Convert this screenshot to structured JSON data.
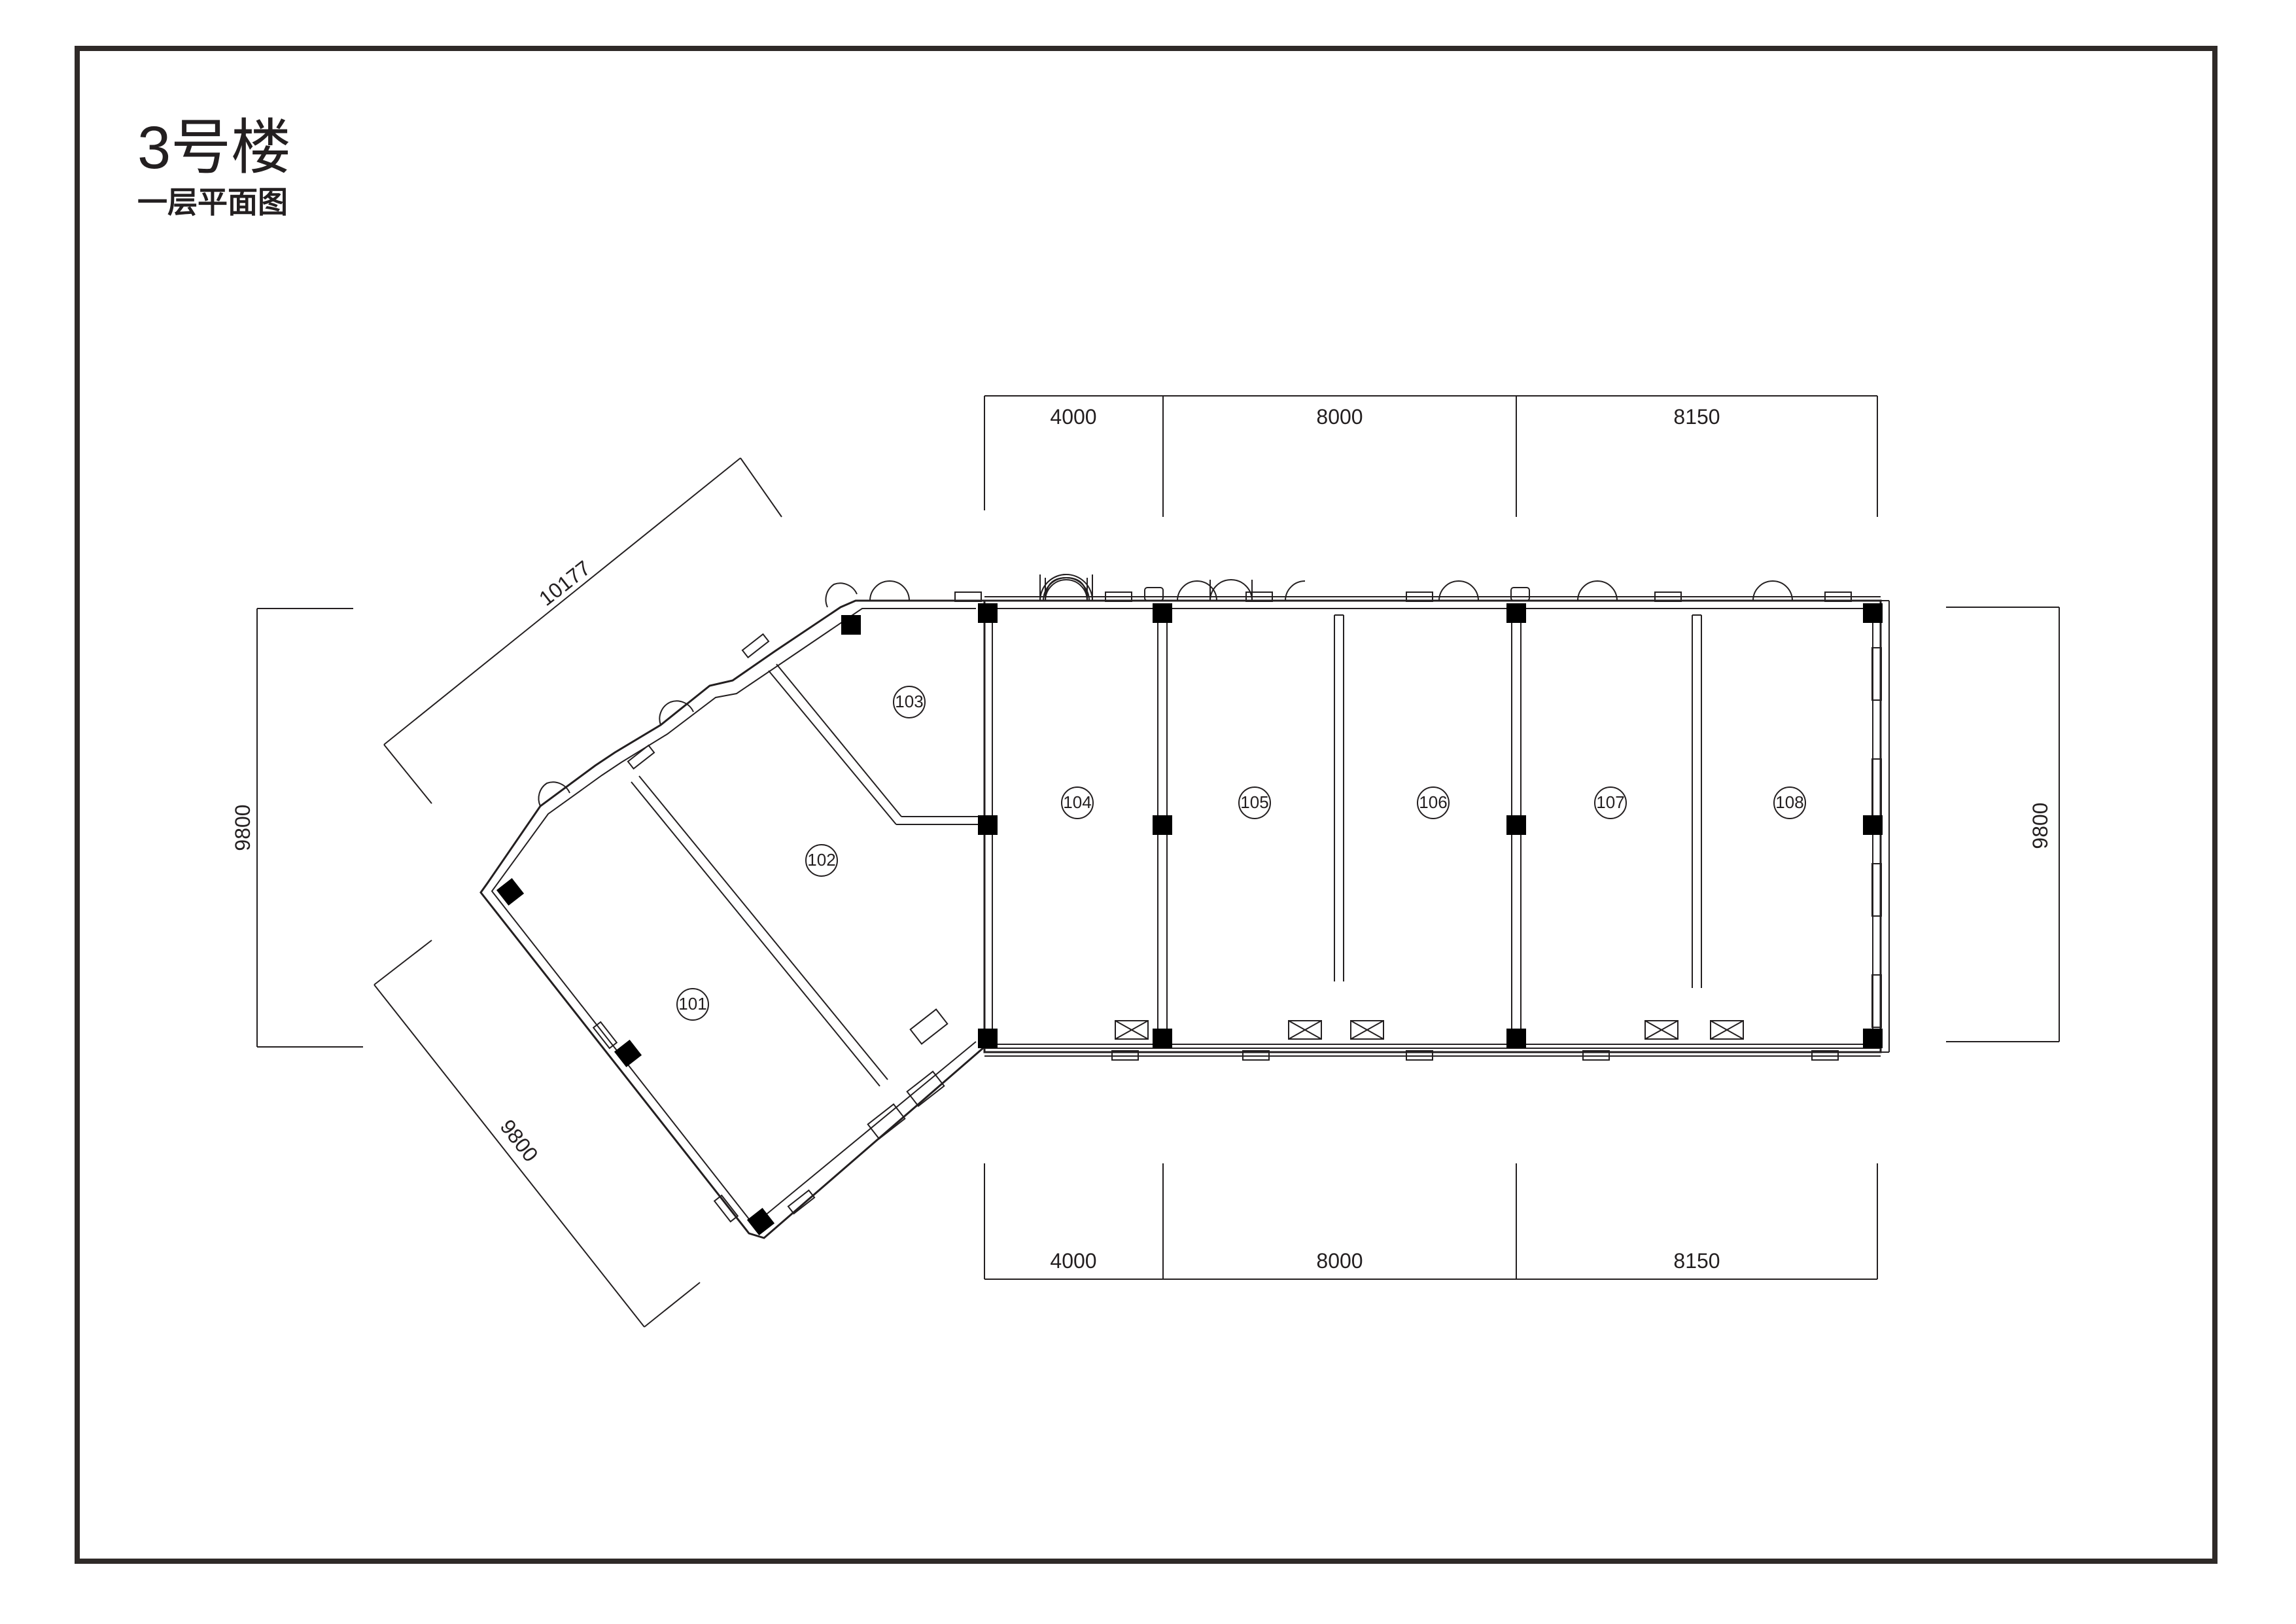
{
  "title": "3号楼",
  "subtitle": "一层平面图",
  "dimensions": {
    "top": [
      "4000",
      "8000",
      "8150"
    ],
    "bottom": [
      "4000",
      "8000",
      "8150"
    ],
    "left": "9800",
    "right": "9800",
    "diagonal_top": "10177",
    "diagonal_bottom": "9800"
  },
  "rooms": [
    "101",
    "102",
    "103",
    "104",
    "105",
    "106",
    "107",
    "108"
  ]
}
